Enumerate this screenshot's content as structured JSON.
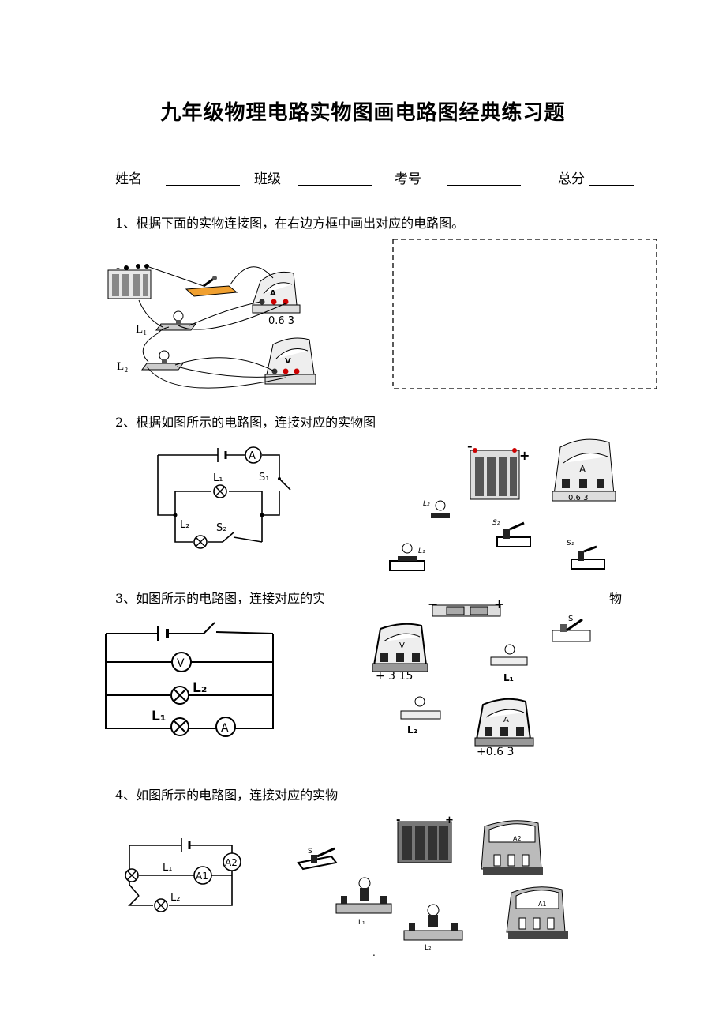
{
  "title": "九年级物理电路实物图画电路图经典练习题",
  "info": {
    "name": "姓名",
    "class": "班级",
    "number": "考号",
    "score": "总分"
  },
  "q1": {
    "text": "1、根据下面的实物连接图，在右边方框中画出对应的电路图。",
    "l1": "L₁",
    "l2": "L₂",
    "ammeter": "A",
    "voltmeter": "V",
    "ammeter_scale": "0.6 3",
    "battery_minus": "-"
  },
  "q2": {
    "text": "2、根据如图所示的电路图，连接对应的实物图",
    "ammeter": "A",
    "l1": "L₁",
    "s1": "S₁",
    "l2": "L₂",
    "s2": "S₂",
    "ammeter_scale": "0.6 3",
    "battery_minus": "-",
    "battery_plus": "+"
  },
  "q3": {
    "text": "3、如图所示的电路图，连接对应的实",
    "text_tail": "物",
    "voltmeter": "V",
    "ammeter": "A",
    "l1": "L₁",
    "l2": "L₂",
    "s": "S",
    "voltmeter_scale": "+ 3 15",
    "ammeter_scale": "+0.6 3",
    "battery_minus": "−",
    "battery_plus": "+"
  },
  "q4": {
    "text": "4、如图所示的电路图，连接对应的实物",
    "l1": "L₁",
    "l2": "L₂",
    "a1": "A1",
    "a2": "A2",
    "s": "S",
    "meter_a2": "A2",
    "meter_a1": "A1",
    "battery_minus": "-",
    "battery_plus": "+"
  },
  "footer_dot": "."
}
